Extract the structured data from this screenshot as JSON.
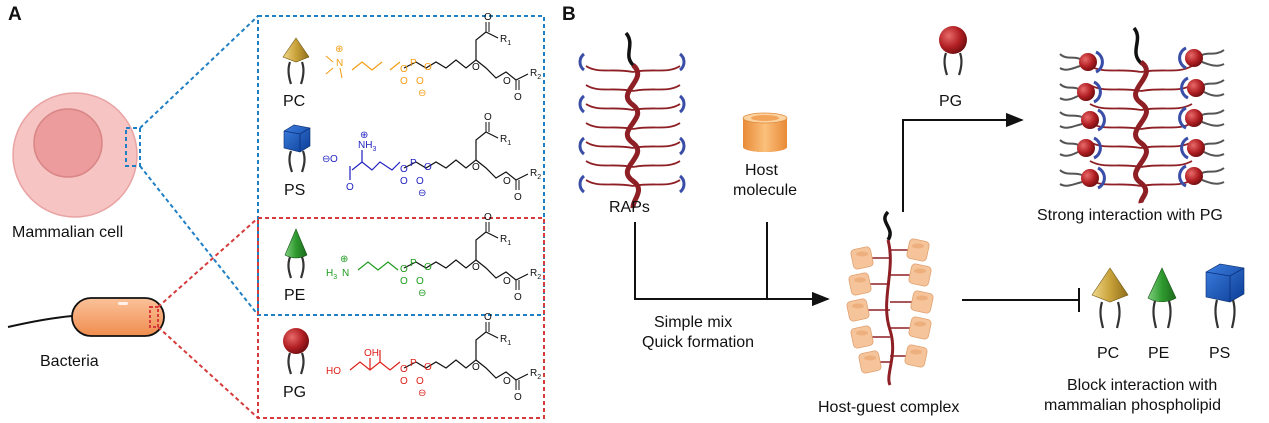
{
  "panel_a": {
    "letter": "A",
    "mammalian_label": "Mammalian cell",
    "bacteria_label": "Bacteria",
    "lipids": [
      {
        "abbr": "PC",
        "color": "#f39c12"
      },
      {
        "abbr": "PS",
        "color": "#1f1fbf"
      },
      {
        "abbr": "PE",
        "color": "#1e9a1e"
      },
      {
        "abbr": "PG",
        "color": "#e0201a"
      }
    ],
    "chem": {
      "carbonyl_o": "O",
      "r1": "R",
      "r1_sub": "1",
      "r2": "R",
      "r2_sub": "2",
      "phosphorus": "P",
      "oxygen": "O",
      "plus": "⊕",
      "minus": "⊖",
      "nh3": "NH",
      "nh3_sub": "3",
      "h3n": "H",
      "h3n_sub": "3",
      "h3n_n": "N",
      "pc_n": "N",
      "oh": "OH",
      "ho": "HO"
    }
  },
  "panel_b": {
    "letter": "B",
    "raps_label": "RAPs",
    "host_label_line1": "Host",
    "host_label_line2": "molecule",
    "mix_line1": "Simple mix",
    "mix_line2": "Quick formation",
    "complex_label": "Host-guest complex",
    "pg_label": "PG",
    "strong_label": "Strong interaction with PG",
    "block_line1": "Block interaction with",
    "block_line2": "mammalian phospholipid",
    "bottom_lipids": [
      "PC",
      "PE",
      "PS"
    ]
  },
  "colors": {
    "blue_box": "#1f7fc4",
    "red_box": "#d63a3a",
    "polymer": "#8e1f24",
    "host": "#f5a75a",
    "cell_outer": "#f7c4c4",
    "cell_inner": "#ec9c9c",
    "bacteria_fill": "#f7a86a"
  }
}
